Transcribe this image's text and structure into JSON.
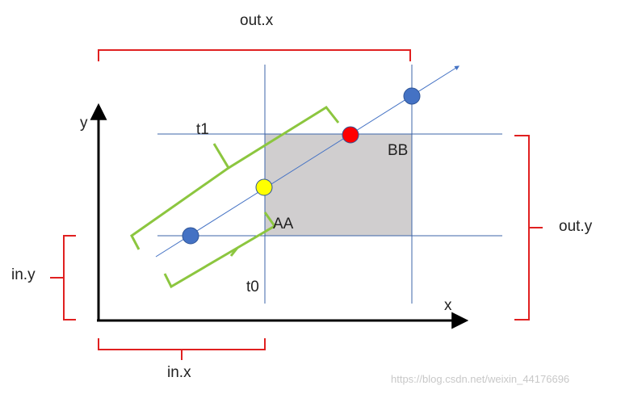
{
  "labels": {
    "out_x": "out.x",
    "out_y": "out.y",
    "in_x": "in.x",
    "in_y": "in.y",
    "axis_x": "x",
    "axis_y": "y",
    "t0": "t0",
    "t1": "t1",
    "aa": "AA",
    "bb": "BB"
  },
  "watermark": "https://blog.csdn.net/weixin_44176696",
  "colors": {
    "axis": "#000000",
    "grid": "#3c64a8",
    "bracket_red": "#e02020",
    "brace_green": "#8cc63f",
    "rect_fill": "#d0cecf",
    "point_blue": "#4472c4",
    "point_red": "#ff0000",
    "point_yellow": "#ffff00"
  },
  "points": [
    {
      "name": "start",
      "color": "blue"
    },
    {
      "name": "t0-intersection",
      "color": "yellow"
    },
    {
      "name": "t1-intersection",
      "color": "red"
    },
    {
      "name": "end",
      "color": "blue"
    }
  ]
}
